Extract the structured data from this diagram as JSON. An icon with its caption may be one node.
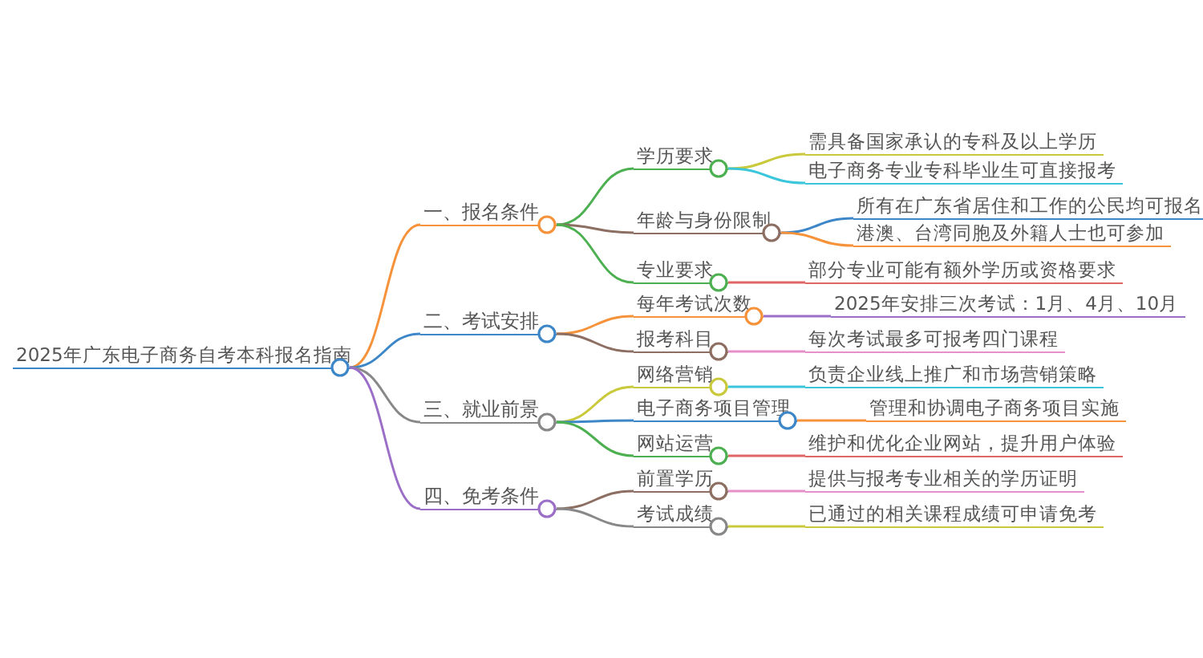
{
  "diagram": {
    "nodes": [
      {
        "text": [
          "2025年广东电子商务自考本科报名指南"
        ]
      },
      {
        "text": [
          "一、报名条件"
        ]
      },
      {
        "text": [
          "学历要求"
        ]
      },
      {
        "text": [
          "需具备国家承认的专科及以上学历"
        ]
      },
      {
        "text": [
          "电子商务专业专科毕业生可直接报考"
        ]
      },
      {
        "text": [
          "年龄与身份限制"
        ]
      },
      {
        "text": [
          "所有在广东省居住和工作的公民均可报名"
        ]
      },
      {
        "text": [
          "港澳、台湾同胞及外籍人士也可参加"
        ]
      },
      {
        "text": [
          "专业要求"
        ]
      },
      {
        "text": [
          "部分专业可能有额外学历或资格要求"
        ]
      },
      {
        "text": [
          "二、考试安排"
        ]
      },
      {
        "text": [
          "每年考试次数"
        ]
      },
      {
        "text": [
          "2025年安排三次考试：1月、4月、10月"
        ]
      },
      {
        "text": [
          "报考科目"
        ]
      },
      {
        "text": [
          "每次考试最多可报考四门课程"
        ]
      },
      {
        "text": [
          "三、就业前景"
        ]
      },
      {
        "text": [
          "网络营销"
        ]
      },
      {
        "text": [
          "负责企业线上推广和市场营销策略"
        ]
      },
      {
        "text": [
          "电子商务项目管理"
        ]
      },
      {
        "text": [
          "管理和协调电子商务项目实施"
        ]
      },
      {
        "text": [
          "网站运营"
        ]
      },
      {
        "text": [
          "维护和优化企业网站，提升用户体验"
        ]
      },
      {
        "text": [
          "四、免考条件"
        ]
      },
      {
        "text": [
          "前置学历"
        ]
      },
      {
        "text": [
          "提供与报考专业相关的学历证明"
        ]
      },
      {
        "text": [
          "考试成绩"
        ]
      },
      {
        "text": [
          "已通过的相关课程成绩可申请免考"
        ]
      }
    ],
    "edges": [
      {
        "from": 0,
        "to": 1,
        "arrow": "none",
        "color": "#f5923a"
      },
      {
        "from": 1,
        "to": 2,
        "arrow": "none",
        "color": "#4cb050"
      },
      {
        "from": 2,
        "to": 3,
        "arrow": "none",
        "color": "#c9c93c"
      },
      {
        "from": 2,
        "to": 4,
        "arrow": "none",
        "color": "#3cc6dc"
      },
      {
        "from": 1,
        "to": 5,
        "arrow": "none",
        "color": "#8d6e63"
      },
      {
        "from": 5,
        "to": 6,
        "arrow": "none",
        "color": "#3d87c8"
      },
      {
        "from": 5,
        "to": 7,
        "arrow": "none",
        "color": "#f5923a"
      },
      {
        "from": 1,
        "to": 8,
        "arrow": "none",
        "color": "#4cb050"
      },
      {
        "from": 8,
        "to": 9,
        "arrow": "none",
        "color": "#e06666"
      },
      {
        "from": 0,
        "to": 10,
        "arrow": "none",
        "color": "#3d87c8"
      },
      {
        "from": 10,
        "to": 11,
        "arrow": "none",
        "color": "#f5923a"
      },
      {
        "from": 11,
        "to": 12,
        "arrow": "none",
        "color": "#9b6fc8"
      },
      {
        "from": 10,
        "to": 13,
        "arrow": "none",
        "color": "#8d6e63"
      },
      {
        "from": 13,
        "to": 14,
        "arrow": "none",
        "color": "#e68fc8"
      },
      {
        "from": 0,
        "to": 15,
        "arrow": "none",
        "color": "#888888"
      },
      {
        "from": 15,
        "to": 16,
        "arrow": "none",
        "color": "#c9c93c"
      },
      {
        "from": 16,
        "to": 17,
        "arrow": "none",
        "color": "#3cc6dc"
      },
      {
        "from": 15,
        "to": 18,
        "arrow": "none",
        "color": "#3d87c8"
      },
      {
        "from": 18,
        "to": 19,
        "arrow": "none",
        "color": "#f5923a"
      },
      {
        "from": 15,
        "to": 20,
        "arrow": "none",
        "color": "#4cb050"
      },
      {
        "from": 20,
        "to": 21,
        "arrow": "none",
        "color": "#e06666"
      },
      {
        "from": 0,
        "to": 22,
        "arrow": "none",
        "color": "#9b6fc8"
      },
      {
        "from": 22,
        "to": 23,
        "arrow": "none",
        "color": "#8d6e63"
      },
      {
        "from": 23,
        "to": 24,
        "arrow": "none",
        "color": "#e68fc8"
      },
      {
        "from": 22,
        "to": 25,
        "arrow": "none",
        "color": "#888888"
      },
      {
        "from": 25,
        "to": 26,
        "arrow": "none",
        "color": "#c9c93c"
      }
    ]
  }
}
